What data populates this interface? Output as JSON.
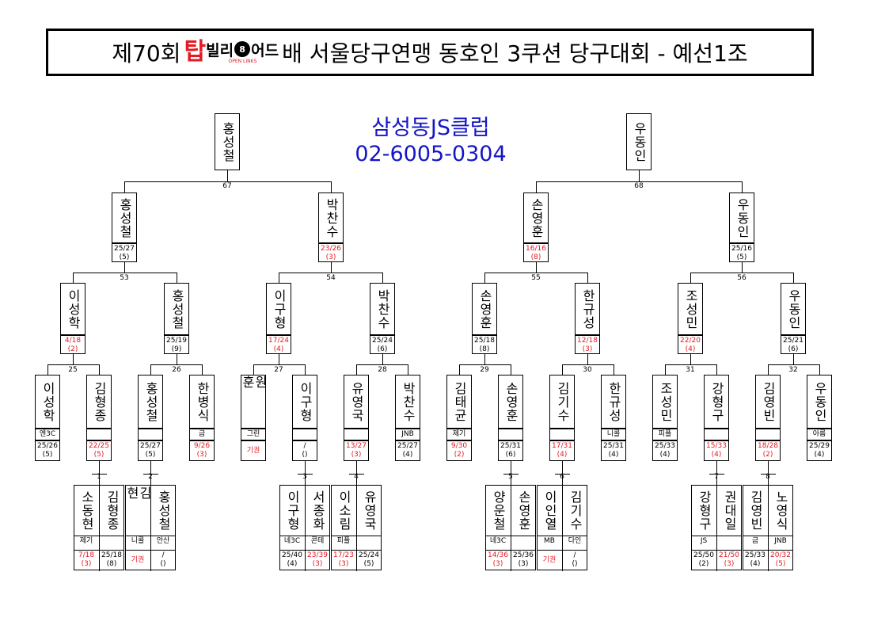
{
  "title": {
    "pre": "제70회",
    "logo_a": "탑",
    "logo_b": "빌리",
    "logo_ball": "8",
    "logo_c": "어드",
    "logo_sub": "OPEN LINKS",
    "post": "배 서울당구연맹 동호인 3쿠션 당구대회 - 예선1조"
  },
  "club": {
    "name": "삼성동JS클럽",
    "phone": "02-6005-0304"
  },
  "finalists": [
    {
      "name": "홍성철",
      "match": "67"
    },
    {
      "name": "우동인",
      "match": "68"
    }
  ],
  "r3": [
    {
      "name": "홍성철",
      "score": "25/27",
      "sub": "(5)",
      "win": false
    },
    {
      "name": "박찬수",
      "score": "23/26",
      "sub": "(3)",
      "win": true
    },
    {
      "name": "손영훈",
      "score": "16/16",
      "sub": "(8)",
      "win": true
    },
    {
      "name": "우동인",
      "score": "25/16",
      "sub": "(5)",
      "win": false
    }
  ],
  "r3_matches": [
    "53",
    "54",
    "55",
    "56"
  ],
  "r2": [
    {
      "name": "이성학",
      "score": "4/18",
      "sub": "(2)",
      "win": true
    },
    {
      "name": "홍성철",
      "score": "25/19",
      "sub": "(9)",
      "win": false
    },
    {
      "name": "이구형",
      "score": "17/24",
      "sub": "(4)",
      "win": true
    },
    {
      "name": "박찬수",
      "score": "25/24",
      "sub": "(6)",
      "win": false
    },
    {
      "name": "손영훈",
      "score": "25/18",
      "sub": "(8)",
      "win": false
    },
    {
      "name": "한규성",
      "score": "12/18",
      "sub": "(3)",
      "win": true
    },
    {
      "name": "조성민",
      "score": "22/20",
      "sub": "(4)",
      "win": true
    },
    {
      "name": "우동인",
      "score": "25/21",
      "sub": "(6)",
      "win": false
    }
  ],
  "r2_matches": [
    "25",
    "26",
    "27",
    "28",
    "29",
    "30",
    "31",
    "32"
  ],
  "r1": [
    {
      "name": "이성학",
      "club": "엔3C",
      "score": "25/26",
      "sub": "(5)",
      "win": false
    },
    {
      "name": "김형종",
      "club": "",
      "score": "22/25",
      "sub": "(5)",
      "win": true
    },
    {
      "name": "홍성철",
      "club": "",
      "score": "25/27",
      "sub": "(5)",
      "win": false
    },
    {
      "name": "한병식",
      "club": "금",
      "score": "9/26",
      "sub": "(3)",
      "win": true
    },
    {
      "name": "원 훈",
      "club": "그린",
      "score": "기권",
      "sub": "",
      "win": true
    },
    {
      "name": "이구형",
      "club": "",
      "score": "/",
      "sub": "()",
      "win": false
    },
    {
      "name": "유영국",
      "club": "",
      "score": "13/27",
      "sub": "(3)",
      "win": true
    },
    {
      "name": "박찬수",
      "club": "JNB",
      "score": "25/27",
      "sub": "(4)",
      "win": false
    },
    {
      "name": "김태균",
      "club": "제기",
      "score": "9/30",
      "sub": "(2)",
      "win": true
    },
    {
      "name": "손영훈",
      "club": "",
      "score": "25/31",
      "sub": "(6)",
      "win": false
    },
    {
      "name": "김기수",
      "club": "",
      "score": "17/31",
      "sub": "(4)",
      "win": true
    },
    {
      "name": "한규성",
      "club": "니콜",
      "score": "25/31",
      "sub": "(4)",
      "win": false
    },
    {
      "name": "조성민",
      "club": "피플",
      "score": "25/33",
      "sub": "(4)",
      "win": false
    },
    {
      "name": "강형구",
      "club": "",
      "score": "15/33",
      "sub": "(4)",
      "win": true
    },
    {
      "name": "김영빈",
      "club": "",
      "score": "18/28",
      "sub": "(2)",
      "win": true
    },
    {
      "name": "우동인",
      "club": "아름",
      "score": "25/29",
      "sub": "(4)",
      "win": false
    }
  ],
  "r0_groups": [
    {
      "match": "1",
      "players": [
        {
          "name": "소동현",
          "club": "제기",
          "score": "7/18",
          "sub": "(3)",
          "win": true
        },
        {
          "name": "김형종",
          "club": "",
          "score": "25/18",
          "sub": "(8)",
          "win": false
        }
      ]
    },
    {
      "match": "2",
      "players": [
        {
          "name": "김 현",
          "club": "니콜",
          "score": "기권",
          "sub": "",
          "win": true
        },
        {
          "name": "홍성철",
          "club": "안산",
          "score": "/",
          "sub": "()",
          "win": false
        }
      ]
    },
    {
      "match": "3",
      "players": [
        {
          "name": "이구형",
          "club": "네3C",
          "score": "25/40",
          "sub": "(4)",
          "win": false
        },
        {
          "name": "서종화",
          "club": "콘테",
          "score": "23/39",
          "sub": "(3)",
          "win": true
        }
      ]
    },
    {
      "match": "4",
      "players": [
        {
          "name": "이소림",
          "club": "피플",
          "score": "17/23",
          "sub": "(3)",
          "win": true
        },
        {
          "name": "유영국",
          "club": "",
          "score": "25/24",
          "sub": "(5)",
          "win": false
        }
      ]
    },
    {
      "match": "5",
      "players": [
        {
          "name": "양운철",
          "club": "네3C",
          "score": "14/36",
          "sub": "(3)",
          "win": true
        },
        {
          "name": "손영훈",
          "club": "",
          "score": "25/36",
          "sub": "(3)",
          "win": false
        }
      ]
    },
    {
      "match": "6",
      "players": [
        {
          "name": "이인열",
          "club": "MB",
          "score": "기권",
          "sub": "",
          "win": true
        },
        {
          "name": "김기수",
          "club": "다인",
          "score": "/",
          "sub": "()",
          "win": false
        }
      ]
    },
    {
      "match": "7",
      "players": [
        {
          "name": "강형구",
          "club": "JS",
          "score": "25/50",
          "sub": "(2)",
          "win": false
        },
        {
          "name": "권대일",
          "club": "",
          "score": "21/50",
          "sub": "(3)",
          "win": true
        }
      ]
    },
    {
      "match": "8",
      "players": [
        {
          "name": "김영빈",
          "club": "금",
          "score": "25/33",
          "sub": "(4)",
          "win": false
        },
        {
          "name": "노영식",
          "club": "JNB",
          "score": "20/32",
          "sub": "(5)",
          "win": true
        }
      ]
    }
  ],
  "colors": {
    "win": "#e41b23",
    "club": "#1515c8",
    "logo": "#e41b23"
  }
}
